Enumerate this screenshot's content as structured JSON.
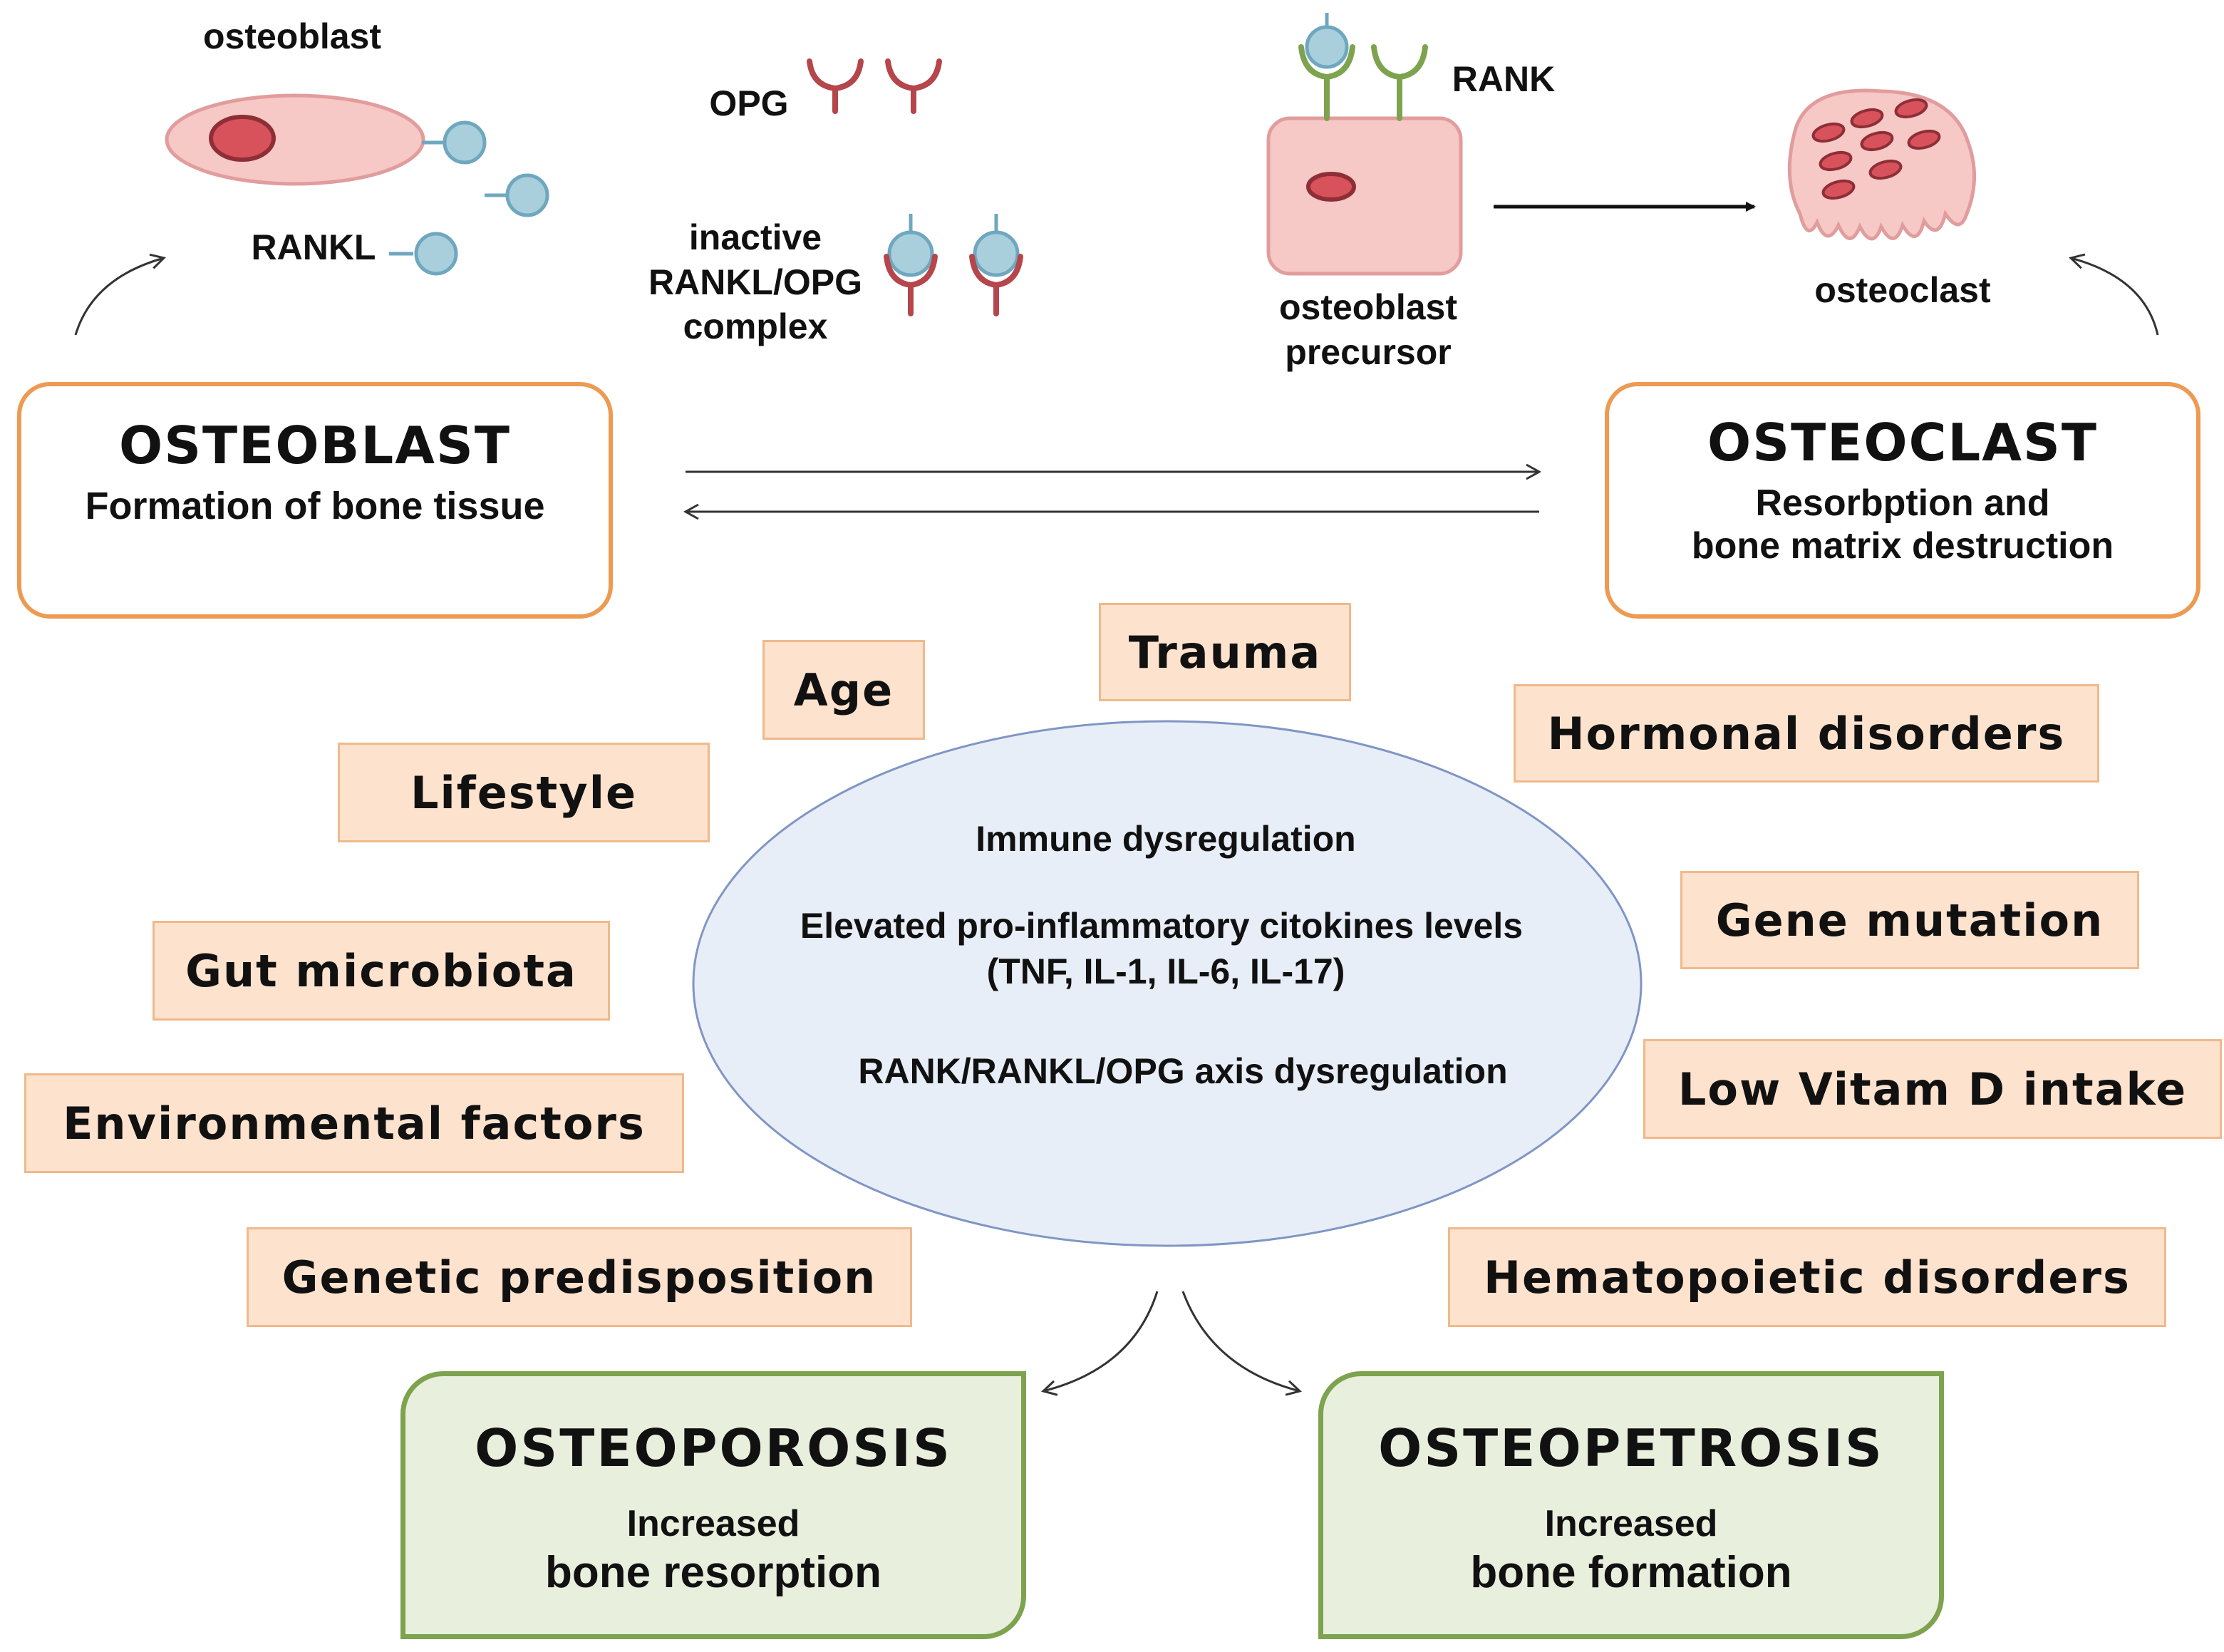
{
  "cells": {
    "osteoblast_label": "osteoblast",
    "rankl_label": "RANKL",
    "opg_label": "OPG",
    "complex_label": "inactive\nRANKL/OPG\ncomplex",
    "rank_label": "RANK",
    "precursor_label": "osteoblast\nprecursor",
    "osteoclast_label": "osteoclast"
  },
  "osteoblast_box": {
    "title": "OSTEOBLAST",
    "subtitle": "Formation of bone tissue"
  },
  "osteoclast_box": {
    "title": "OSTEOCLAST",
    "subtitle": "Resorbption and\nbone matrix destruction"
  },
  "factors": {
    "age": "Age",
    "trauma": "Trauma",
    "hormonal": "Hormonal disorders",
    "lifestyle": "Lifestyle",
    "gene_mutation": "Gene mutation",
    "gut": "Gut microbiota",
    "vitamin_d": "Low Vitam D intake",
    "environmental": "Environmental factors",
    "genetic": "Genetic predisposition",
    "hematopoietic": "Hematopoietic disorders"
  },
  "center": {
    "line1": "Immune dysregulation",
    "line2": "Elevated pro-inflammatory citokines levels",
    "line3": "(TNF, IL-1, IL-6, IL-17)",
    "line4": "RANK/RANKL/OPG  axis dysregulation"
  },
  "outcomes": {
    "osteoporosis": {
      "title": "OSTEOPOROSIS",
      "line1": "Increased",
      "line2": "bone resorption"
    },
    "osteopetrosis": {
      "title": "OSTEOPETROSIS",
      "line1": "Increased",
      "line2": "bone formation"
    }
  },
  "colors": {
    "orange_border": "#ed9a52",
    "factor_fill": "#fde2cd",
    "green_border": "#7ea34f",
    "green_fill": "#e9efdd",
    "ellipse_fill": "#e8eef8",
    "ellipse_border": "#7f96c4",
    "receptor_red": "#b5464c",
    "receptor_green": "#7ea34f",
    "ligand_blue": "#a9cfdc"
  }
}
